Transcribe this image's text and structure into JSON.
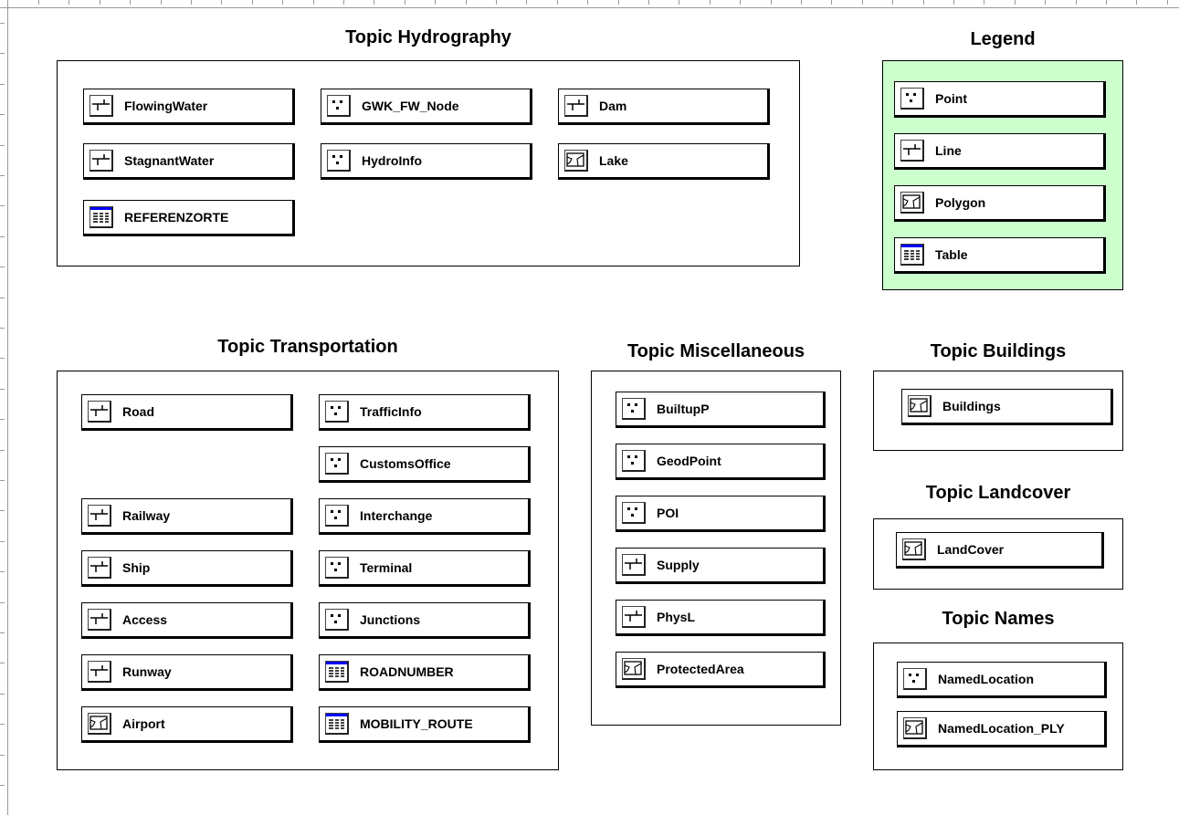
{
  "topics": {
    "hydrography": {
      "title": "Topic Hydrography",
      "items": [
        {
          "label": "FlowingWater",
          "icon": "line-icon"
        },
        {
          "label": "GWK_FW_Node",
          "icon": "point-icon"
        },
        {
          "label": "Dam",
          "icon": "line-icon"
        },
        {
          "label": "StagnantWater",
          "icon": "line-icon"
        },
        {
          "label": "HydroInfo",
          "icon": "point-icon"
        },
        {
          "label": "Lake",
          "icon": "polygon-icon"
        },
        {
          "label": "REFERENZORTE",
          "icon": "table-icon"
        }
      ]
    },
    "legend": {
      "title": "Legend",
      "items": [
        {
          "label": "Point",
          "icon": "point-icon"
        },
        {
          "label": "Line",
          "icon": "line-icon"
        },
        {
          "label": "Polygon",
          "icon": "polygon-icon"
        },
        {
          "label": "Table",
          "icon": "table-icon"
        }
      ]
    },
    "transportation": {
      "title": "Topic Transportation",
      "items": [
        {
          "label": "Road",
          "icon": "line-icon"
        },
        {
          "label": "TrafficInfo",
          "icon": "point-icon"
        },
        {
          "label": "CustomsOffice",
          "icon": "point-icon"
        },
        {
          "label": "Railway",
          "icon": "line-icon"
        },
        {
          "label": "Interchange",
          "icon": "point-icon"
        },
        {
          "label": "Ship",
          "icon": "line-icon"
        },
        {
          "label": "Terminal",
          "icon": "point-icon"
        },
        {
          "label": "Access",
          "icon": "line-icon"
        },
        {
          "label": "Junctions",
          "icon": "point-icon"
        },
        {
          "label": "Runway",
          "icon": "line-icon"
        },
        {
          "label": "ROADNUMBER",
          "icon": "table-icon"
        },
        {
          "label": "Airport",
          "icon": "polygon-icon"
        },
        {
          "label": "MOBILITY_ROUTE",
          "icon": "table-icon"
        }
      ]
    },
    "miscellaneous": {
      "title": "Topic Miscellaneous",
      "items": [
        {
          "label": "BuiltupP",
          "icon": "point-icon"
        },
        {
          "label": "GeodPoint",
          "icon": "point-icon"
        },
        {
          "label": "POI",
          "icon": "point-icon"
        },
        {
          "label": "Supply",
          "icon": "line-icon"
        },
        {
          "label": "PhysL",
          "icon": "line-icon"
        },
        {
          "label": "ProtectedArea",
          "icon": "polygon-icon"
        }
      ]
    },
    "buildings": {
      "title": "Topic Buildings",
      "items": [
        {
          "label": "Buildings",
          "icon": "polygon-icon"
        }
      ]
    },
    "landcover": {
      "title": "Topic Landcover",
      "items": [
        {
          "label": "LandCover",
          "icon": "polygon-icon"
        }
      ]
    },
    "names": {
      "title": "Topic Names",
      "items": [
        {
          "label": "NamedLocation",
          "icon": "point-icon"
        },
        {
          "label": "NamedLocation_PLY",
          "icon": "polygon-icon"
        }
      ]
    }
  },
  "colors": {
    "legend_background": "#ccffcc",
    "table_icon_header": "#0000ff"
  }
}
